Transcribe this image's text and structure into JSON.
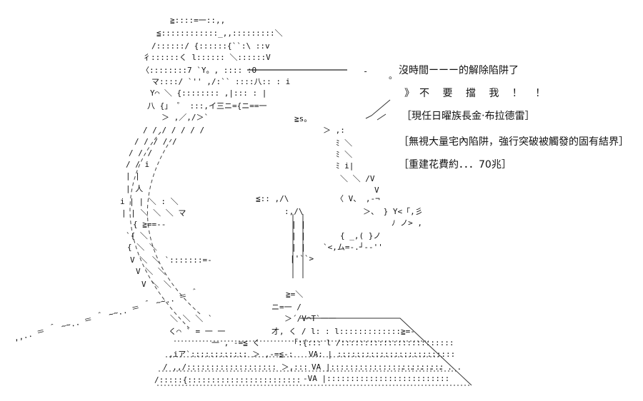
{
  "captions": {
    "line1": "沒時間ーーー的解除陷阱了",
    "line2": "》不 要 擋 我 ！ ！",
    "line3": "［現任日曜族長金‧布拉德雷］",
    "line4": "［無視大量宅內陷阱，強行突破被觸發的固有結界］",
    "line5": "［重建花費約．．．70兆］"
  },
  "art_lines": [
    "≧::::=一::,,",
    "≦::::::::::::_,,:::::::::＼",
    "/::::::/ {::::::{``:\\ ::v",
    "彳::::::く  l:::::: ＼::::::V",
    "〈::::::::7  `Y。, :::: :O",
    "マ::::/  `'' ,/:`` ::::八:: : i",
    "Y⌒ ＼ {:::::::: ,|::: : |",
    "八 {」  ゜ :::,イ三ニ={ニ==一",
    "＞ ,／,/＞`",
    "/ / / / / / /",
    "/ / / /   /",
    "/ / /",
    "/ /      i",
    "|       |",
    "|      人",
    "i |   | ＼ :  ＼",
    "| |    ＼ ＼ ＼  マ",
    "{      ≧==‐‐",
    "`{ ＼",
    "{   ＼  ＼",
    "V    ＼   ＼  `:::::::=-",
    "V     ＼   ＼",
    "V      ＼    ＼",
    "＼ ＼ ＼  `",
    "く⌒  ` = 一 一",
    "一 ,  ‐=≦ く",
    ",iア`:::::::::::: ＞ ,‐=≦‐:",
    "/ ,,/::::::::::::::::::: ＞,:::",
    "/:::::{::::::::::::::::::::::::",
    "≧s。",
    "＞ ,:",
    "ﾐ   ＼",
    "ﾐ   ＼",
    "ﾐ   i|",
    "＼ ＼  /V",
    "V",
    "〈  V、 ,‐¬",
    "＞、 }  Y<「,彡",
    "ﾉ ノ>  ,",
    "{  _,(  }ノ",
    "`<,ム=-.┘-‐''",
    "≦:: ,/\\",
    ":,/\\",
    "| |",
    "| |",
    "| |",
    "|'``>",
    "≧=＼",
    "ニ=一 /",
    "＞´/V⌒T`一一",
    "才, く  /  l: : l:::::::::::::≧=-",
    "「:{::: l /::::::::::::::::::::::::",
    "VA: | :::::::::::::::::::::::::",
    "VA |::::::::::::::::::::::::",
    "-VA |::::::::::::::::::::::::::",
    ". . . . . . .",
    ",,.. ＝ ＾ ~~.. ＝ ＾ ~~.. ＝ ＾ ~~.. ＝ ＾"
  ]
}
